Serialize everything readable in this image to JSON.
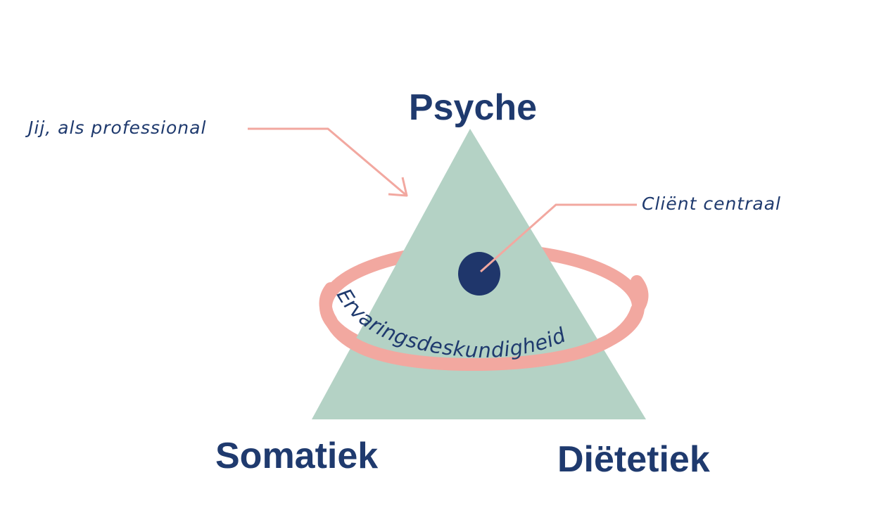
{
  "labels": {
    "top": "Psyche",
    "bottom_left": "Somatiek",
    "bottom_right": "Diëtetiek"
  },
  "annotations": {
    "professional": "Jij, als professional",
    "client": "Cliënt centraal",
    "ring": "Ervaringsdeskundigheid"
  },
  "colors": {
    "triangle": "#B4D2C5",
    "ring": "#F2A8A0",
    "navy": "#1F3A6E"
  }
}
